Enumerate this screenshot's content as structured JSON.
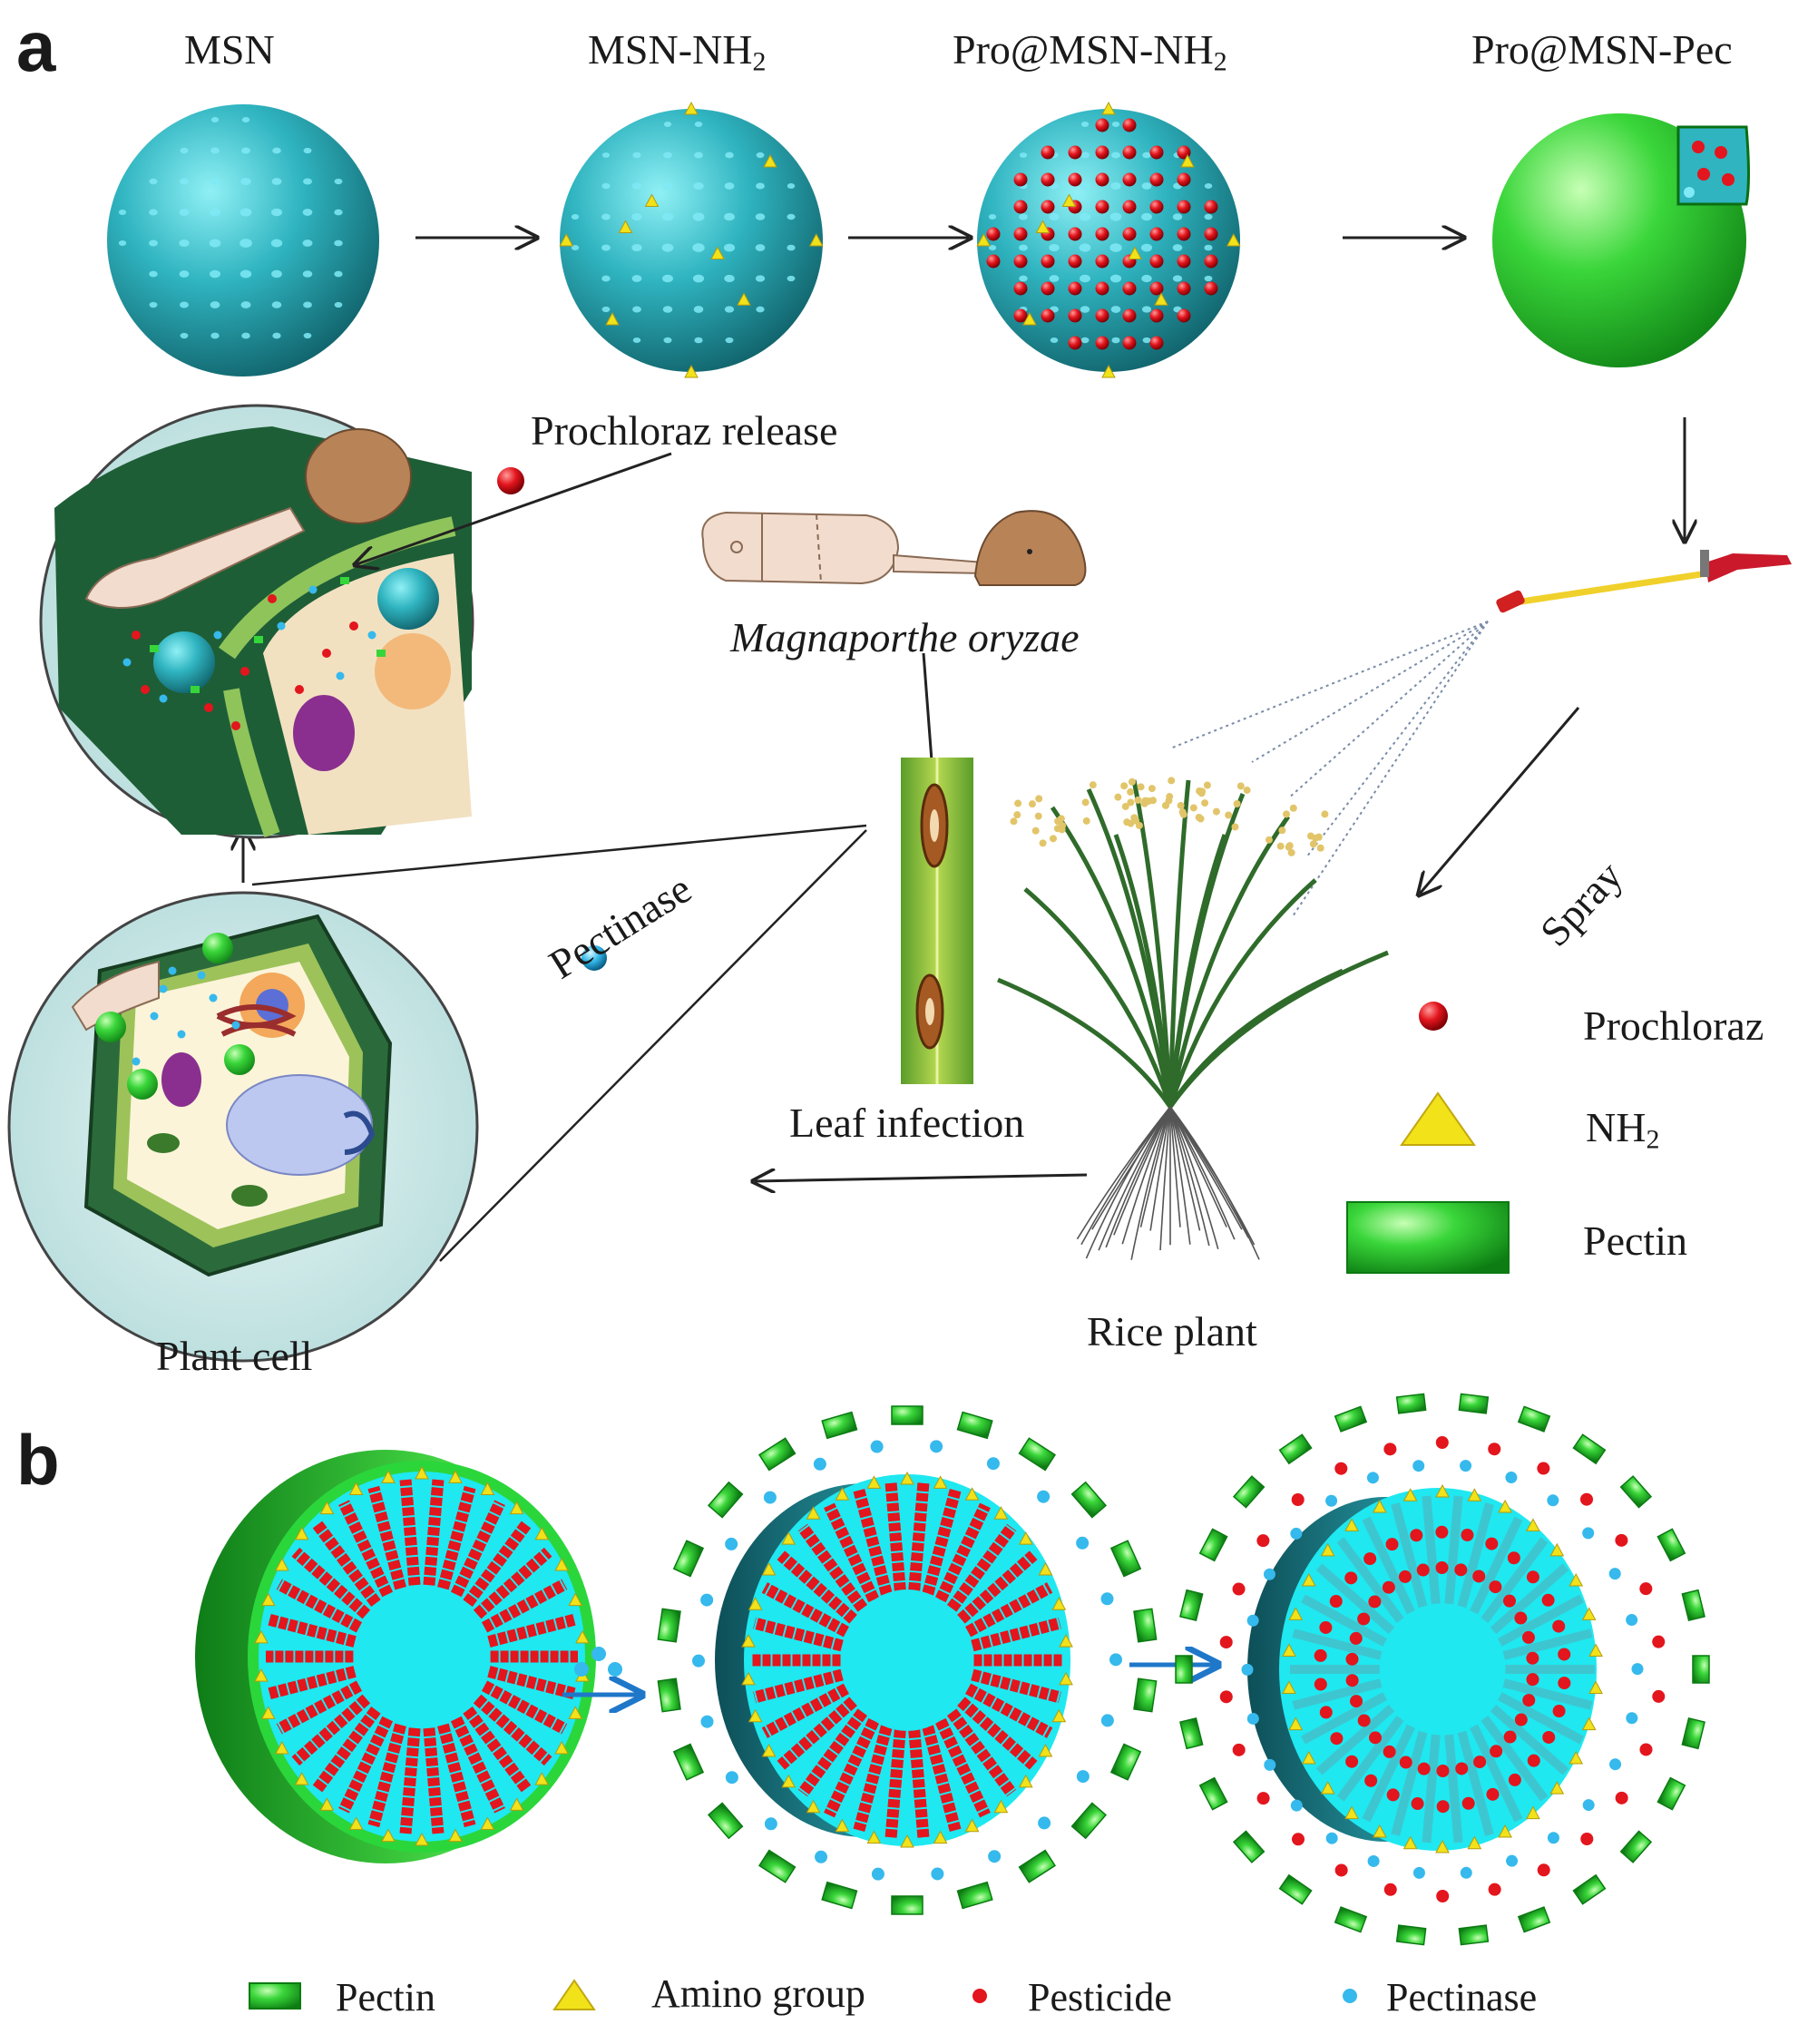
{
  "panels": {
    "a": "a",
    "b": "b"
  },
  "stages": {
    "msn": "MSN",
    "msn_nh2_base": "MSN-NH",
    "msn_nh2_sub": "2",
    "pro_msn_nh2_base": "Pro@MSN-NH",
    "pro_msn_nh2_sub": "2",
    "pro_msn_pec": "Pro@MSN-Pec"
  },
  "labels": {
    "prochloraz_release": "Prochloraz release",
    "fungus": "Magnaporthe oryzae",
    "pectinase": "Pectinase",
    "leaf_infection": "Leaf infection",
    "spray": "Spray",
    "rice_plant": "Rice plant",
    "plant_cell": "Plant cell"
  },
  "legend_a": {
    "prochloraz": "Prochloraz",
    "nh2_base": "NH",
    "nh2_sub": "2",
    "pectin": "Pectin"
  },
  "legend_b": {
    "pectin": "Pectin",
    "amino": "Amino group",
    "pesticide": "Pesticide",
    "pectinase": "Pectinase"
  },
  "colors": {
    "msn_teal": "#2fb4c0",
    "pore": "#7fe9f5",
    "prochloraz_red": "#e3151d",
    "amine_yellow": "#f1e21a",
    "pectin_green": "#2fcc2f",
    "pectinase_blue": "#36b9ec",
    "interior_cyan": "#1fe8f0",
    "cell_dark_green": "#1e5e36"
  }
}
